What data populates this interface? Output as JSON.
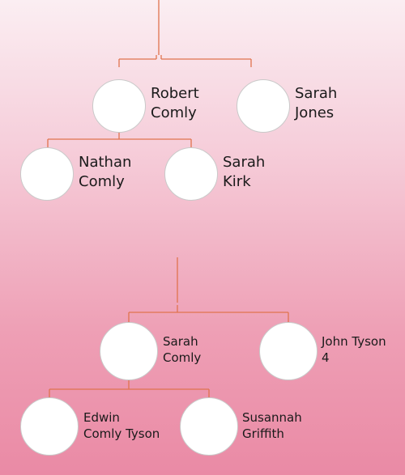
{
  "tree_top": {
    "robert_comly": {
      "line1": "Robert",
      "line2": "Comly"
    },
    "sarah_jones": {
      "line1": "Sarah",
      "line2": "Jones"
    },
    "nathan_comly": {
      "line1": "Nathan",
      "line2": "Comly"
    },
    "sarah_kirk": {
      "line1": "Sarah",
      "line2": "Kirk"
    }
  },
  "tree_bottom": {
    "sarah_comly": {
      "line1": "Sarah",
      "line2": "Comly"
    },
    "john_tyson": {
      "line1": "John Tyson",
      "line2": "4"
    },
    "edwin_comly_tyson": {
      "line1": "Edwin",
      "line2": "Comly Tyson"
    },
    "susannah_griffith": {
      "line1": "Susannah",
      "line2": "Griffith"
    }
  },
  "colors": {
    "connector": "#e0734e",
    "node_fill": "#ffffff",
    "background_top": "#fbeef2",
    "background_bottom": "#ea8aa5"
  }
}
